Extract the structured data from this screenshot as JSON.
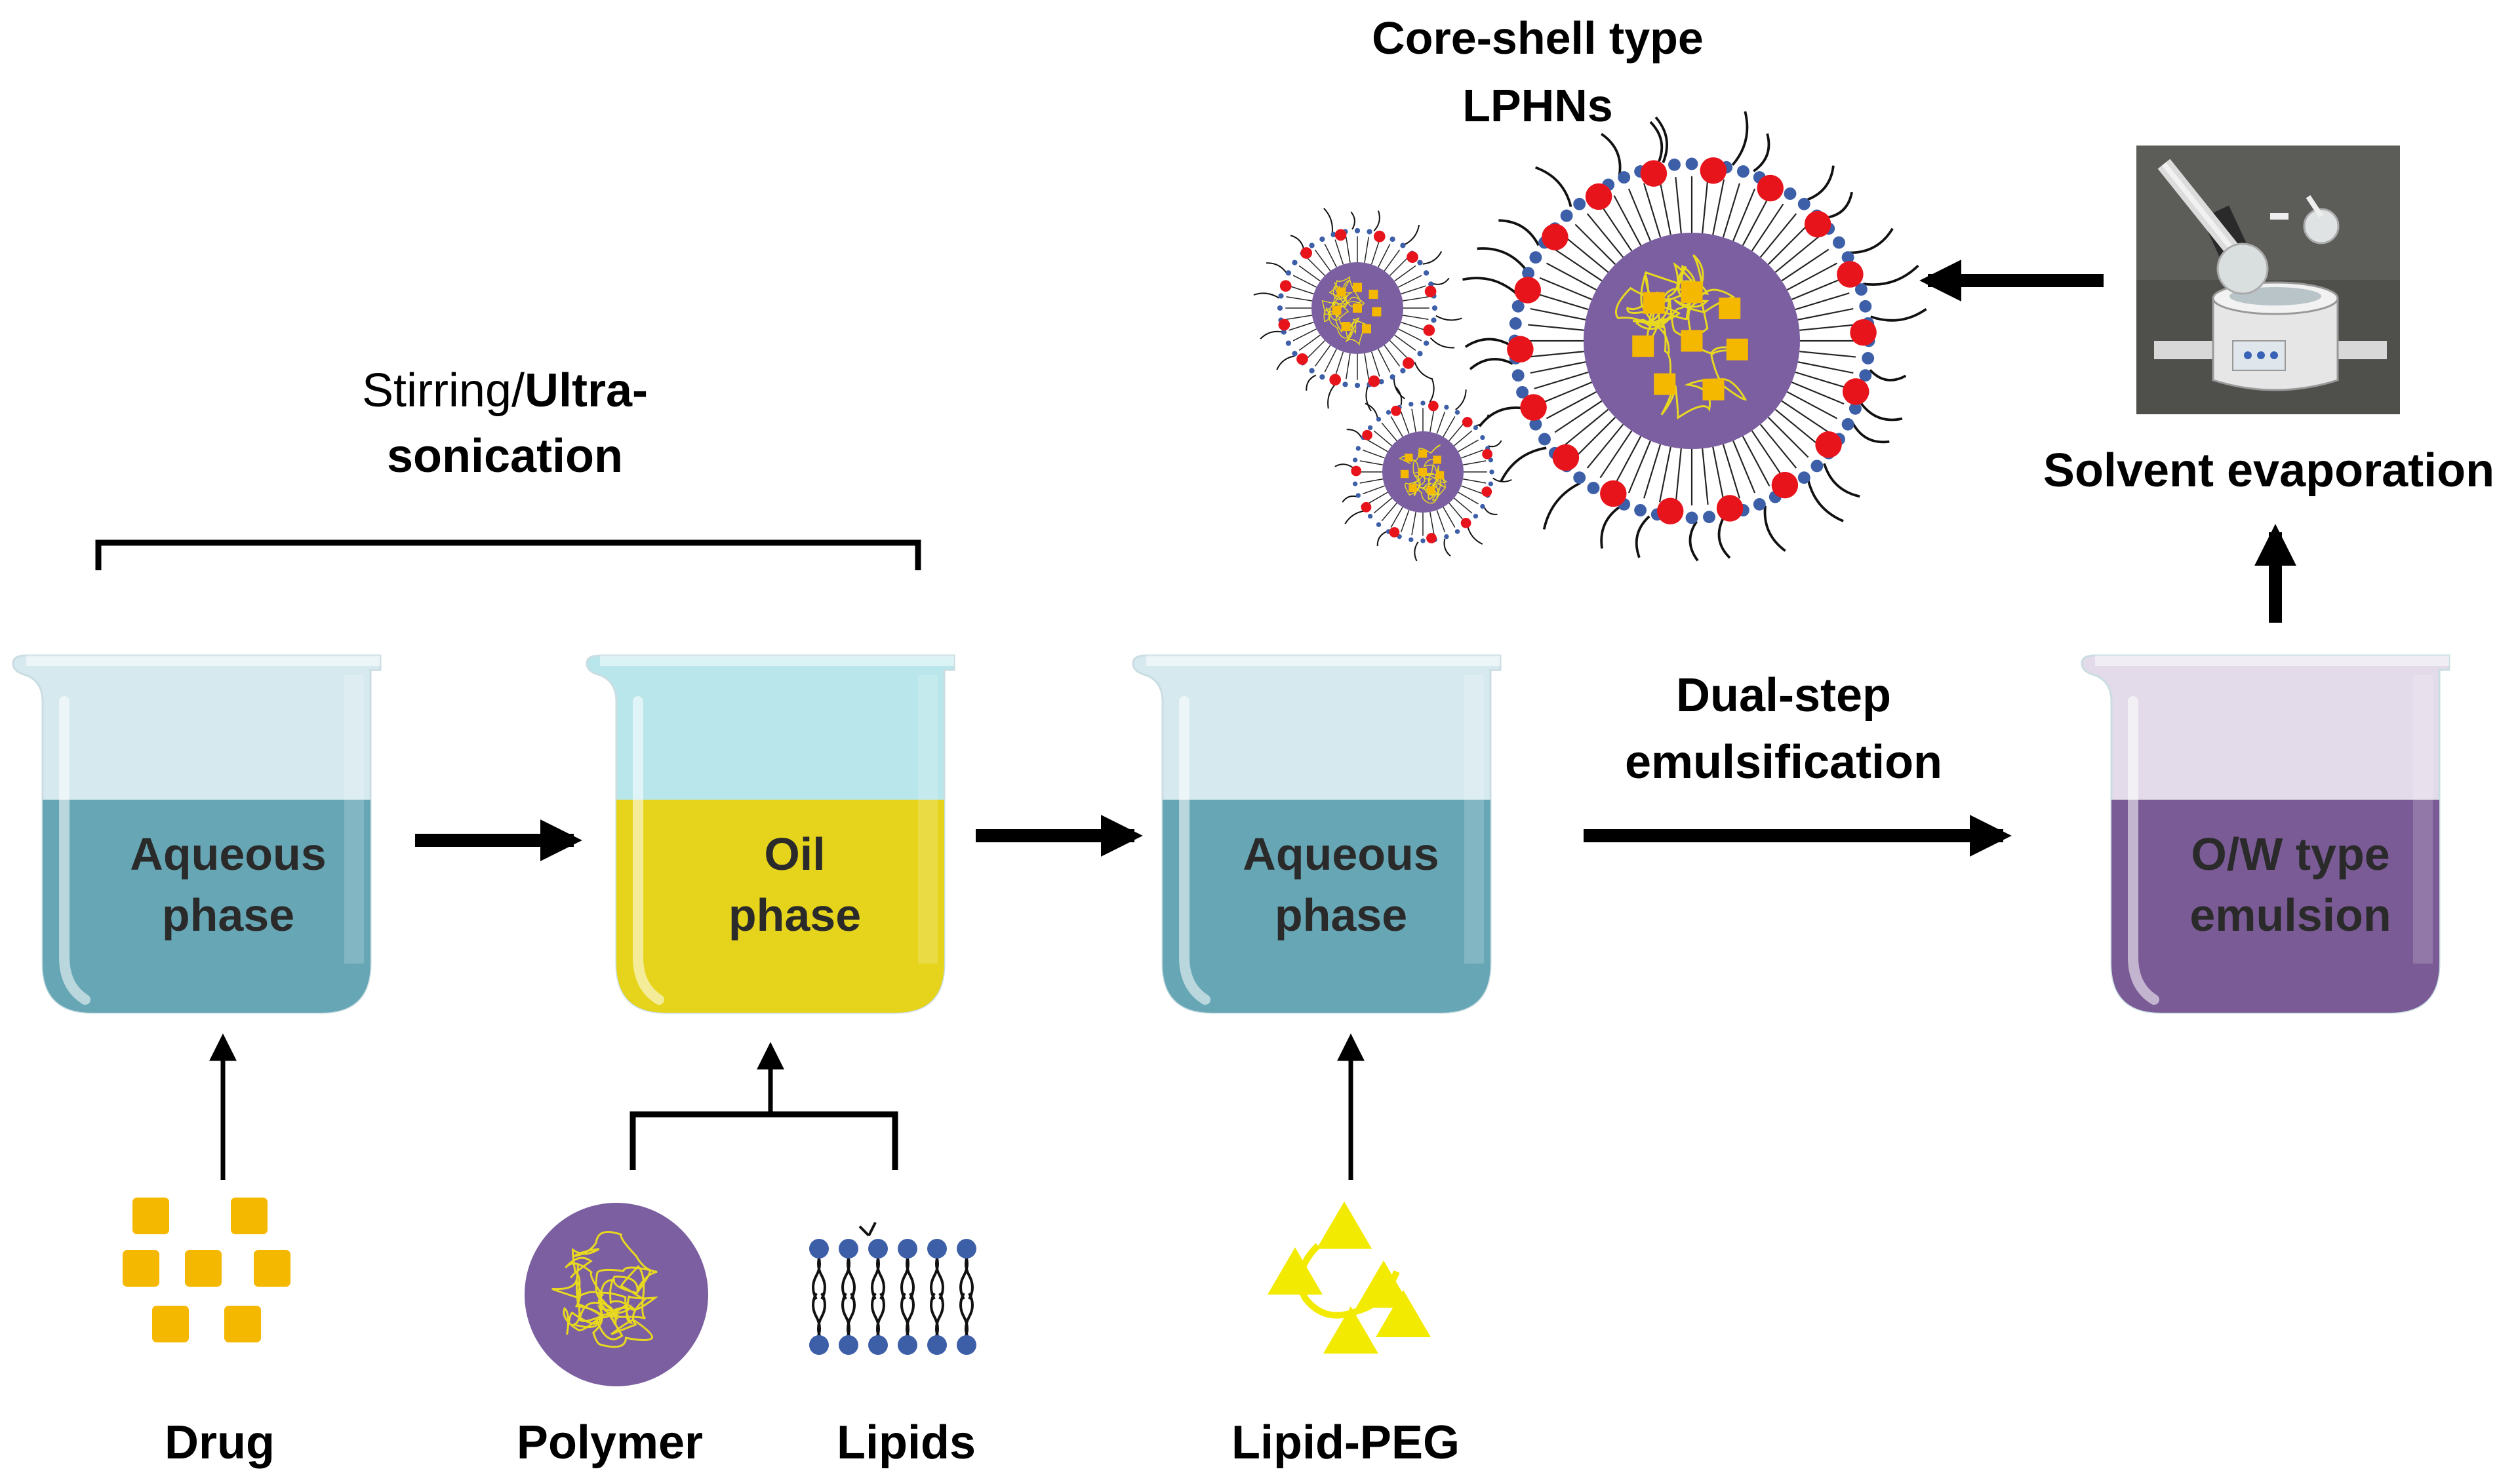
{
  "title": {
    "line1": "Core-shell type",
    "line2": "LPHNs"
  },
  "stirring": {
    "line1a": "Stirring/",
    "line1b": "Ultra-",
    "line2": "sonication"
  },
  "dual_step": {
    "line1": "Dual-step",
    "line2": "emulsification"
  },
  "solvent_evaporation": "Solvent evaporation",
  "beakers": [
    {
      "line1": "Aqueous",
      "line2": "phase",
      "liquid_color": "#67a7b5",
      "glass_color": "#d6e9ee"
    },
    {
      "line1": "Oil",
      "line2": "phase",
      "liquid_color": "#e6d41c",
      "glass_color": "#b9e6ea"
    },
    {
      "line1": "Aqueous",
      "line2": "phase",
      "liquid_color": "#67a7b5",
      "glass_color": "#d6e9ee"
    },
    {
      "line1": "O/W type",
      "line2": "emulsion",
      "liquid_color": "#7a5b95",
      "glass_color": "#e3dbe9"
    }
  ],
  "ingredients": {
    "drug": "Drug",
    "polymer": "Polymer",
    "lipids": "Lipids",
    "lipid_peg": "Lipid-PEG"
  },
  "colors": {
    "drug": "#f5b800",
    "polymer": "#7b5fa0",
    "polymer_chain": "#e8d820",
    "lipid_head": "#3d5fa8",
    "red_dot": "#e8141c",
    "peg": "#f2ea00",
    "arrow": "#000000"
  }
}
